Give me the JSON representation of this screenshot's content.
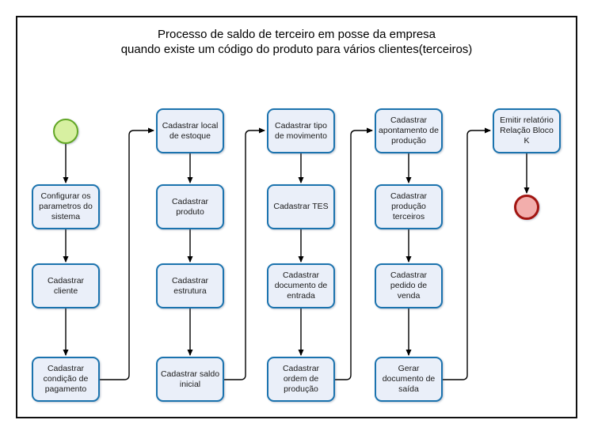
{
  "title": {
    "line1": "Processo de saldo de terceiro em posse da empresa",
    "line2": "quando existe um código do produto para vários clientes(terceiros)"
  },
  "nodes": {
    "config_parametros": "Configurar os parametros do sistema",
    "cadastrar_cliente": "Cadastrar cliente",
    "cadastrar_condicao_pagamento": "Cadastrar condição de pagamento",
    "cadastrar_local_estoque": "Cadastrar local de estoque",
    "cadastrar_produto": "Cadastrar produto",
    "cadastrar_estrutura": "Cadastrar estrutura",
    "cadastrar_saldo_inicial": "Cadastrar saldo inicial",
    "cadastrar_tipo_movimento": "Cadastrar tipo de movimento",
    "cadastrar_tes": "Cadastrar TES",
    "cadastrar_documento_entrada": "Cadastrar documento de entrada",
    "cadastrar_ordem_producao": "Cadastrar ordem de produção",
    "cadastrar_apontamento_producao": "Cadastrar apontamento de produção",
    "cadastrar_producao_terceiros": "Cadastrar produção terceiros",
    "cadastrar_pedido_venda": "Cadastrar pedido de venda",
    "gerar_documento_saida": "Gerar documento de saída",
    "emitir_relatorio_bloco_k": "Emitir relatório Relação Bloco K"
  },
  "colors": {
    "task_fill": "#eaeff9",
    "task_border": "#1b73ae",
    "start_event_fill": "#d7f0a1",
    "start_event_border": "#62a725",
    "end_event_fill": "#f2aeac",
    "end_event_border": "#a21511",
    "connector": "#000000",
    "frame_border": "#101010"
  }
}
